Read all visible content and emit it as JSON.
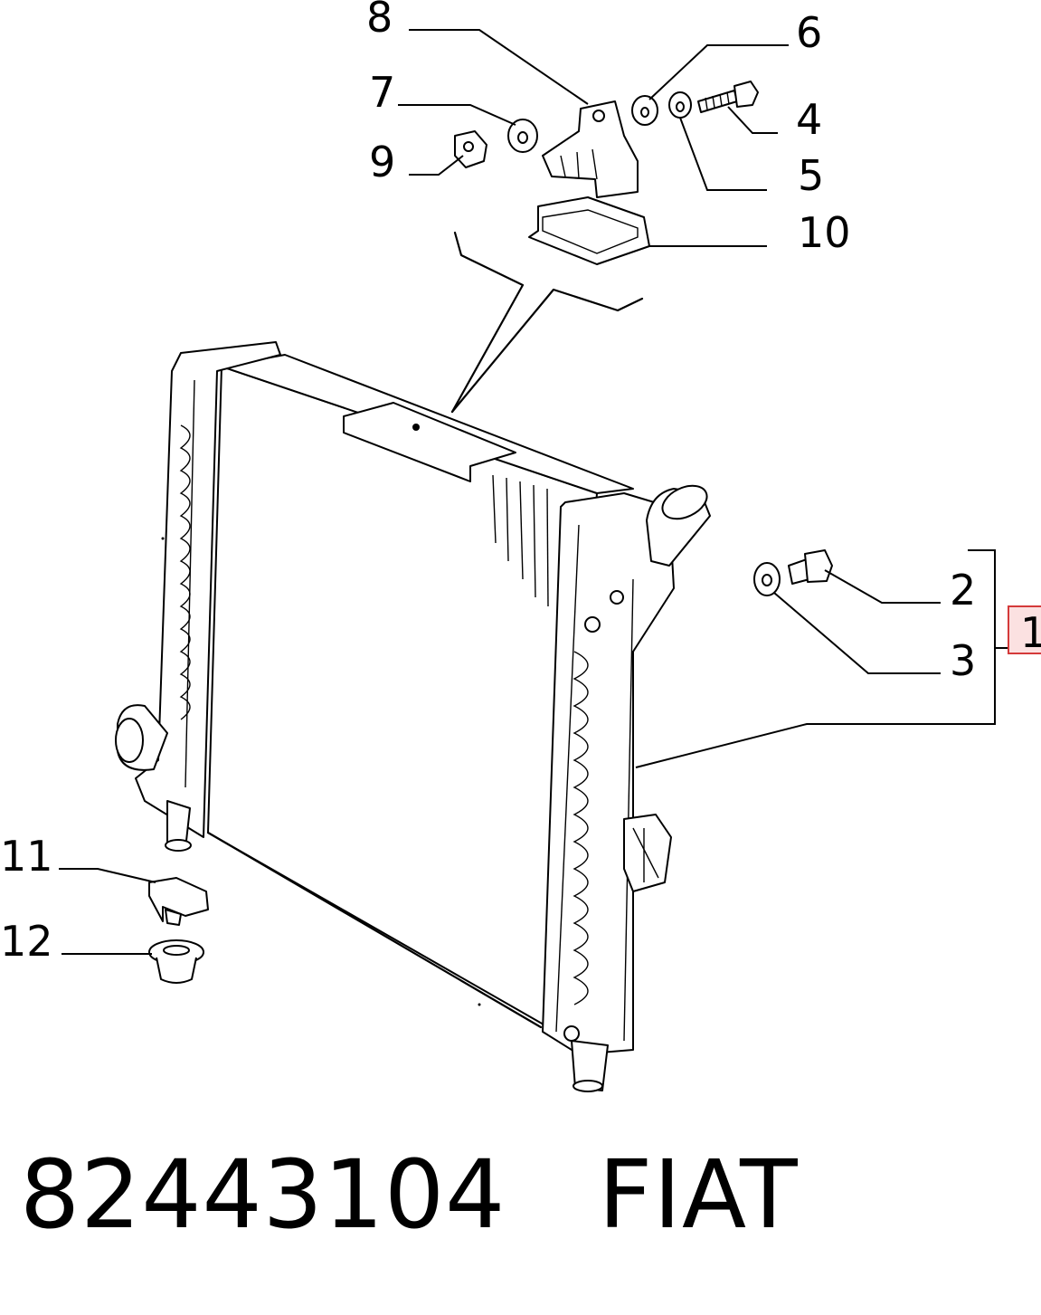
{
  "callouts": {
    "c1": "1",
    "c2": "2",
    "c3": "3",
    "c4": "4",
    "c5": "5",
    "c6": "6",
    "c7": "7",
    "c8": "8",
    "c9": "9",
    "c10": "10",
    "c11": "11",
    "c12": "12"
  },
  "caption": {
    "part_number": "82443104",
    "brand": "FIAT"
  },
  "colors": {
    "line": "#000000",
    "highlight_box": "#d43a3a",
    "highlight_fill": "#fbe1e1"
  }
}
